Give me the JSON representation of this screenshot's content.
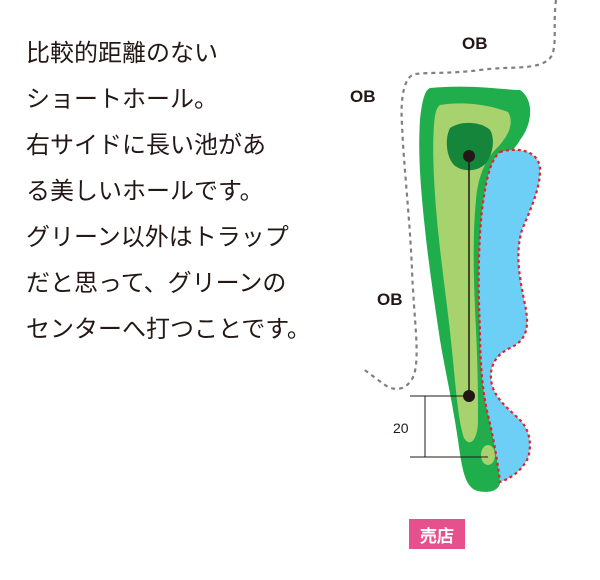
{
  "description": {
    "lines": [
      "比較的距離のない",
      "ショートホール。",
      "右サイドに長い池があ",
      "る美しいホールです。",
      "グリーン以外はトラップ",
      "だと思って、グリーンの",
      "センターへ打つことです。"
    ]
  },
  "map": {
    "ob_labels": [
      "OB",
      "OB",
      "OB"
    ],
    "distance_label": "20",
    "colors": {
      "rough": "#1fae4b",
      "fairway": "#a8d26e",
      "green": "#14853a",
      "water": "#6dcff6",
      "water_border": "#e8202a",
      "ob_line": "#808080"
    }
  },
  "shop_label": "売店"
}
